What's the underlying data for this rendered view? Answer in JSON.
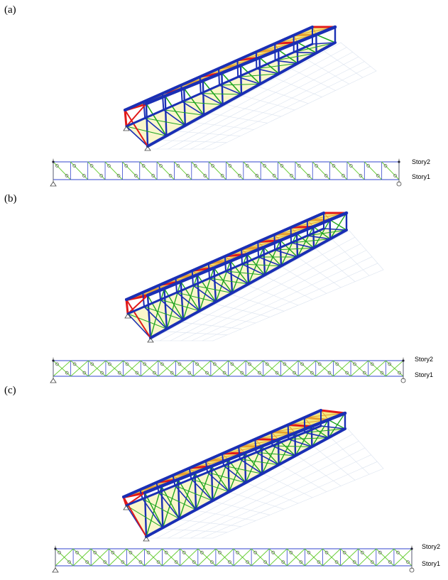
{
  "panels": [
    {
      "label": "(a)",
      "bracing": "diagonal"
    },
    {
      "label": "(b)",
      "bracing": "x"
    },
    {
      "label": "(c)",
      "bracing": "x"
    }
  ],
  "elevation": {
    "story_top_label": "Story2",
    "story_bottom_label": "Story1",
    "bays": 20
  },
  "colors": {
    "chord": "#1a2fb5",
    "chord_edge": "#2b3fd8",
    "floor": "#f2e66a",
    "floor_edge": "#e6a030",
    "red": "#e11919",
    "green": "#1fa51f",
    "grid": "#dbe3ef",
    "elev_frame": "#3344cc",
    "elev_brace": "#66cc33"
  }
}
